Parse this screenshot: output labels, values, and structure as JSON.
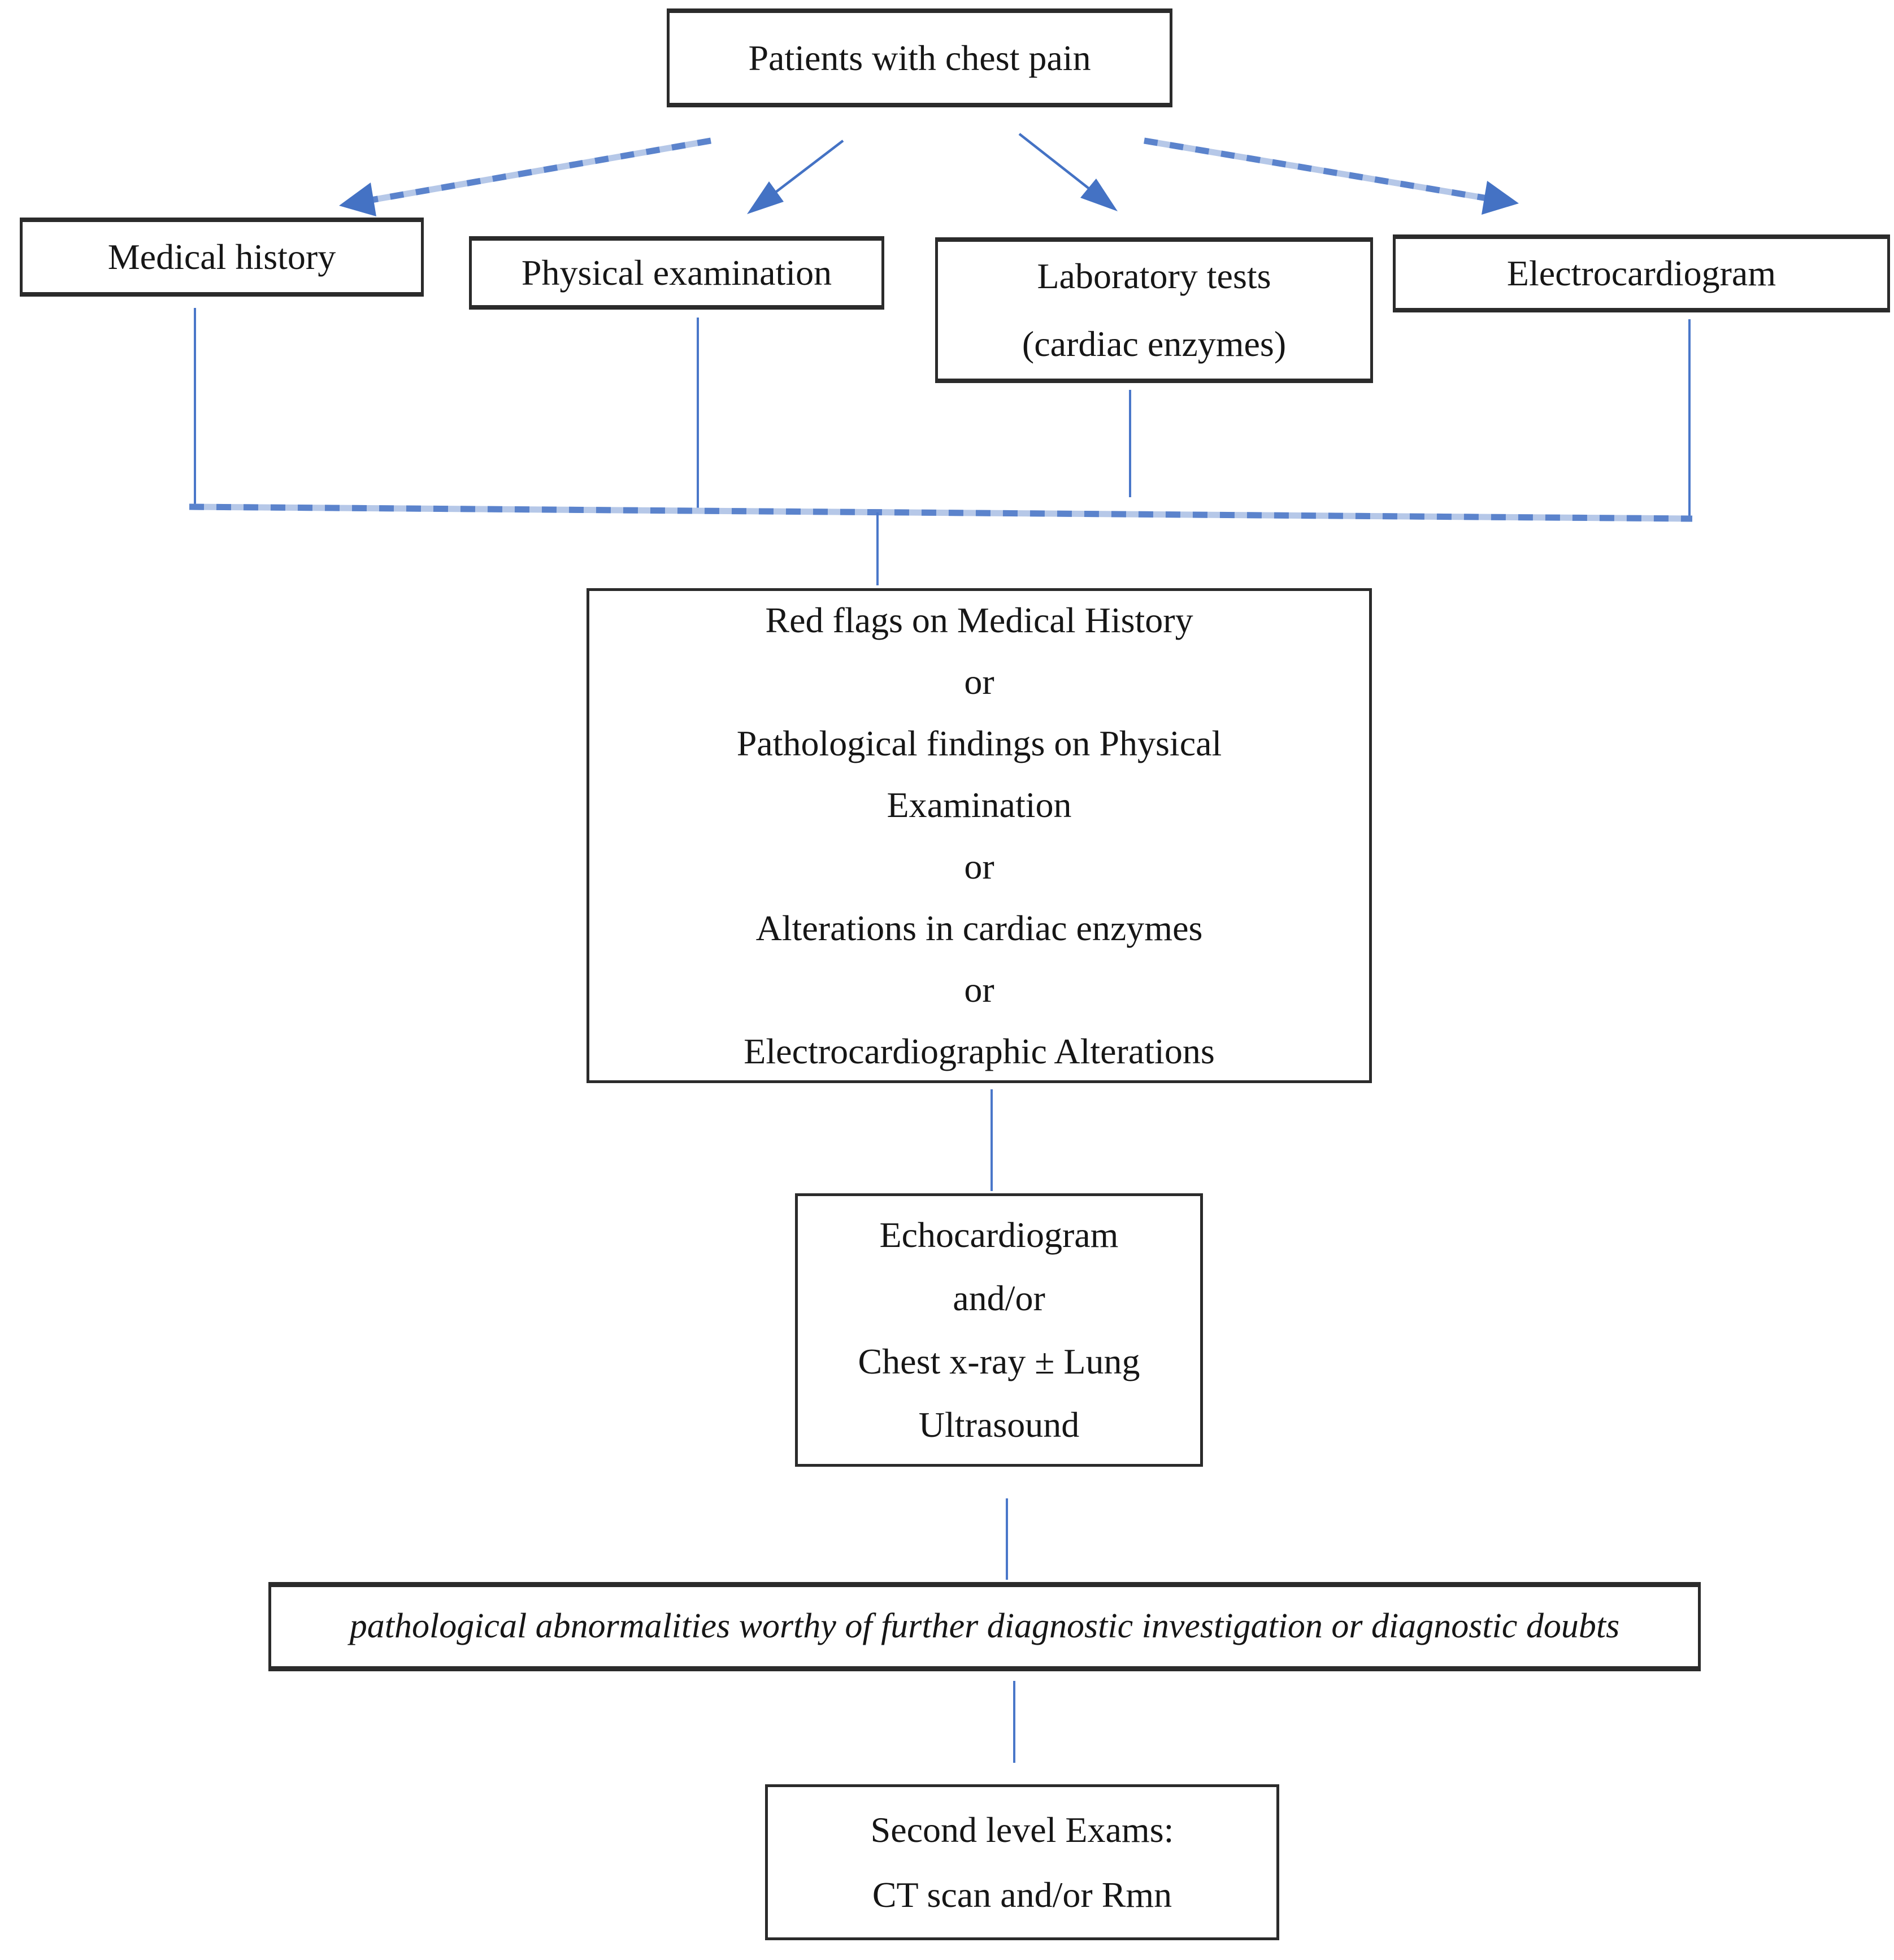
{
  "diagram": {
    "root": {
      "label": "Patients with chest pain"
    },
    "level1": [
      {
        "id": "medical_history",
        "lines": [
          "Medical history"
        ]
      },
      {
        "id": "physical_examination",
        "lines": [
          "Physical examination"
        ]
      },
      {
        "id": "laboratory_tests",
        "lines": [
          "Laboratory tests",
          "(cardiac enzymes)"
        ]
      },
      {
        "id": "electrocardiogram",
        "lines": [
          "Electrocardiogram"
        ]
      }
    ],
    "red_flags": {
      "lines": [
        "Red flags on Medical History",
        "or",
        "Pathological findings on Physical",
        "Examination",
        "or",
        "Alterations in cardiac enzymes",
        "or",
        "Electrocardiographic Alterations"
      ]
    },
    "imaging": {
      "lines": [
        "Echocardiogram",
        "and/or",
        "Chest x-ray ± Lung",
        "Ultrasound"
      ]
    },
    "note": {
      "text": "pathological abnormalities worthy of further diagnostic investigation or diagnostic doubts"
    },
    "second_level": {
      "lines": [
        "Second level Exams:",
        "CT scan and/or Rmn"
      ]
    }
  },
  "colors": {
    "connector_blue": "#4472C4",
    "connector_dash_mid": "#5b83cc",
    "connector_dash_light": "#b6c8e8",
    "box_border": "#2b2b2b",
    "text": "#161616",
    "background": "#ffffff"
  }
}
